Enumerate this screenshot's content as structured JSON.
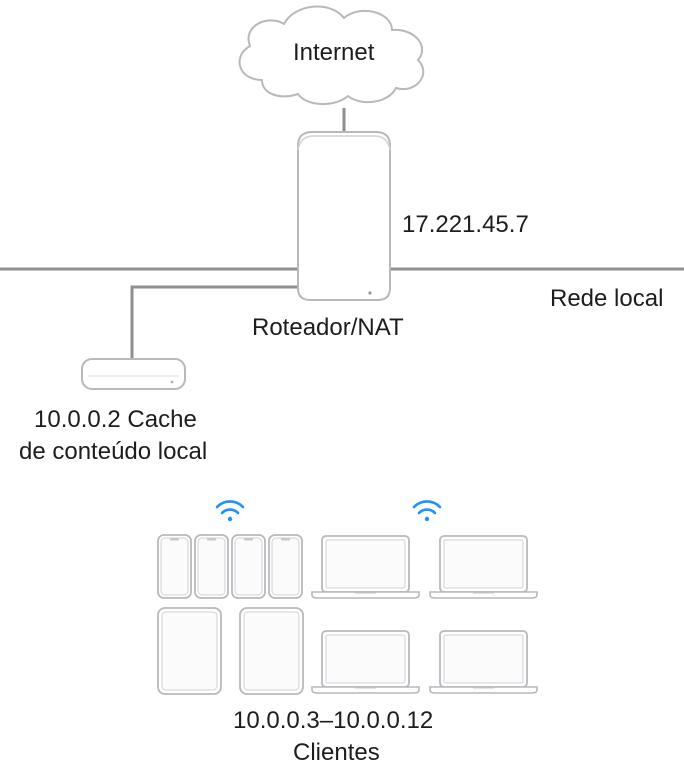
{
  "labels": {
    "internet": "Internet",
    "public_ip": "17.221.45.7",
    "local_network": "Rede local",
    "router": "Roteador/NAT",
    "cache_line1": "10.0.0.2 Cache",
    "cache_line2": "de conteúdo local",
    "clients_range": "10.0.0.3–10.0.0.12",
    "clients": "Clientes"
  },
  "colors": {
    "line": "#8e8e93",
    "device_stroke": "#b8b8bd",
    "device_fill": "#fbfbfb",
    "wifi": "#1e90ff",
    "text": "#1d1d1f"
  },
  "icons": {
    "cloud": "cloud-icon",
    "router": "router-tower-icon",
    "cache": "mac-mini-icon",
    "wifi": "wifi-icon",
    "phone": "iphone-icon",
    "tablet": "ipad-icon",
    "laptop": "macbook-icon"
  }
}
